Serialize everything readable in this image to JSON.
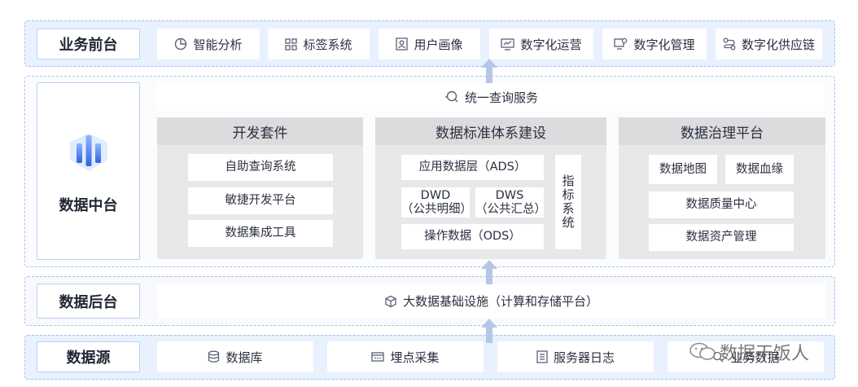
{
  "front": {
    "label": "业务前台",
    "items": [
      {
        "label": "智能分析",
        "icon": "pie-chart-icon"
      },
      {
        "label": "标签系统",
        "icon": "grid-icon"
      },
      {
        "label": "用户画像",
        "icon": "user-portrait-icon"
      },
      {
        "label": "数字化运营",
        "icon": "monitor-chart-icon"
      },
      {
        "label": "数字化管理",
        "icon": "monitor-gear-icon"
      },
      {
        "label": "数字化供应链",
        "icon": "supply-chain-icon"
      }
    ]
  },
  "middle": {
    "label": "数据中台",
    "logo_icon": "data-middle-platform-logo",
    "query_service": "统一查询服务",
    "dev_suite": {
      "title": "开发套件",
      "items": [
        "自助查询系统",
        "敏捷开发平台",
        "数据集成工具"
      ]
    },
    "standards": {
      "title": "数据标准体系建设",
      "ads": "应用数据层（ADS）",
      "dwd_line1": "DWD",
      "dwd_line2": "（公共明细）",
      "dws_line1": "DWS",
      "dws_line2": "（公共汇总）",
      "ods": "操作数据（ODS）",
      "metrics": [
        "指",
        "标",
        "系",
        "统"
      ]
    },
    "governance": {
      "title": "数据治理平台",
      "map": "数据地图",
      "lineage": "数据血缘",
      "quality": "数据质量中心",
      "assets": "数据资产管理"
    }
  },
  "back": {
    "label": "数据后台",
    "infra": "大数据基础设施（计算和存储平台）"
  },
  "source": {
    "label": "数据源",
    "items": [
      {
        "label": "数据库",
        "icon": "database-icon"
      },
      {
        "label": "埋点采集",
        "icon": "tracking-icon"
      },
      {
        "label": "服务器日志",
        "icon": "log-icon"
      },
      {
        "label": "业务数据",
        "icon": "business-icon"
      }
    ]
  },
  "watermark": "数据干饭人",
  "colors": {
    "band_blue": "#e9f1ff",
    "border_blue": "#a9c2ee",
    "arrow_blue": "#b6c7e6",
    "panel_gray": "#e8e8ea",
    "accent": "#3b6fe3"
  }
}
